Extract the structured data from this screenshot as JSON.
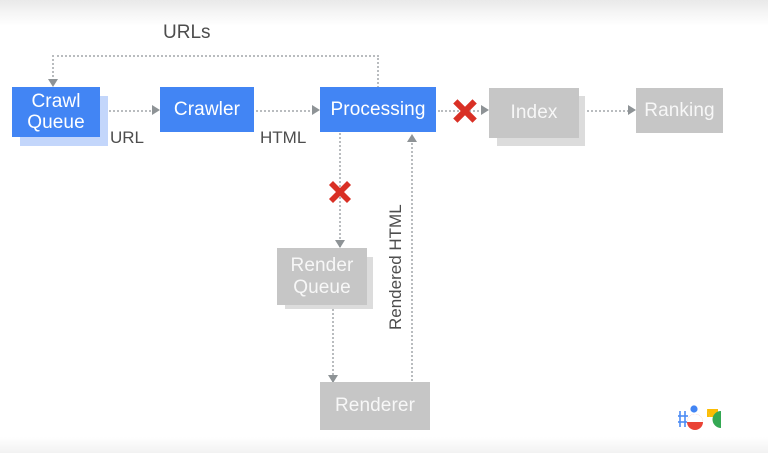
{
  "diagram": {
    "title_label": "URLs",
    "nodes": [
      {
        "id": "crawl-queue",
        "label": "Crawl\nQueue",
        "line1": "Crawl",
        "line2": "Queue",
        "color": "#4285f4",
        "style": "blue"
      },
      {
        "id": "crawler",
        "label": "Crawler",
        "line1": "Crawler",
        "line2": "",
        "color": "#4285f4",
        "style": "blue"
      },
      {
        "id": "processing",
        "label": "Processing",
        "line1": "Processing",
        "line2": "",
        "color": "#4285f4",
        "style": "blue"
      },
      {
        "id": "index",
        "label": "Index",
        "line1": "Index",
        "line2": "",
        "color": "#c6c6c6",
        "style": "gray"
      },
      {
        "id": "ranking",
        "label": "Ranking",
        "line1": "Ranking",
        "line2": "",
        "color": "#c6c6c6",
        "style": "gray"
      },
      {
        "id": "render-queue",
        "label": "Render\nQueue",
        "line1": "Render",
        "line2": "Queue",
        "color": "#c6c6c6",
        "style": "gray"
      },
      {
        "id": "renderer",
        "label": "Renderer",
        "line1": "Renderer",
        "line2": "",
        "color": "#c6c6c6",
        "style": "gray"
      }
    ],
    "edge_labels": {
      "urls": "URLs",
      "url": "URL",
      "html": "HTML",
      "rendered_html": "Rendered HTML"
    },
    "markers": [
      {
        "id": "x-processing-index",
        "symbol": "red-x",
        "color": "#d93025"
      },
      {
        "id": "x-processing-render",
        "symbol": "red-x",
        "color": "#d93025"
      }
    ],
    "colors": {
      "blue": "#4285f4",
      "blue_shadow": "#c3d6fb",
      "gray": "#c6c6c6",
      "gray_shadow": "#dcdcdc",
      "red": "#d93025",
      "connector": "#b9bcbf",
      "text_dark": "#4d4d4d",
      "background": "#ffffff"
    },
    "logo": {
      "name": "google-search-central-logo",
      "colors": [
        "#4285f4",
        "#ea4335",
        "#fbbc04",
        "#34a853",
        "#ffffff"
      ]
    }
  }
}
